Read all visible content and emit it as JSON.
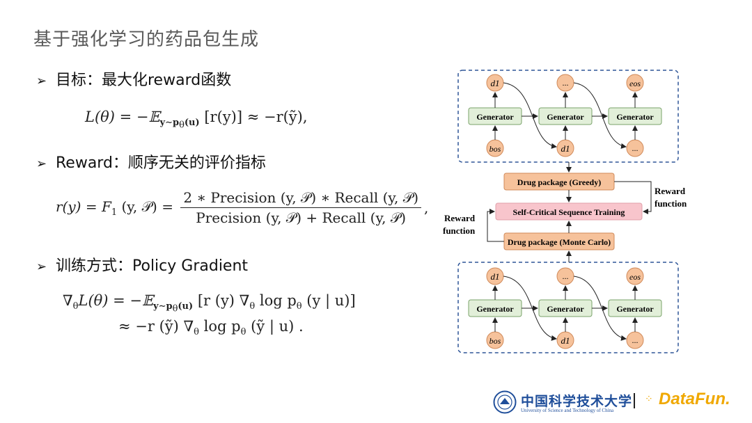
{
  "slide": {
    "title": "基于强化学习的药品包生成",
    "bullet1": "目标：最大化reward函数",
    "bullet2": "Reward：顺序无关的评价指标",
    "bullet3": "训练方式：Policy Gradient"
  },
  "formula1": {
    "lhs": "L(θ) = −𝔼",
    "sub": "y∼p",
    "sub2": "θ",
    "sub3": "(u)",
    "rhs": " [r(y)] ≈ −r(ỹ),"
  },
  "formula2": {
    "lhs": "r(y) = F",
    "lhs_sub": "1",
    "lhs2": " (y, 𝒫) = ",
    "num": "2 ∗ Precision (y, 𝒫) ∗ Recall (y, 𝒫)",
    "den": "Precision (y, 𝒫) + Recall (y, 𝒫)",
    "tail": ","
  },
  "formula3": {
    "line1_a": "∇",
    "line1_b": "θ",
    "line1_c": "L(θ) = −𝔼",
    "line1_sub": "y∼p",
    "line1_sub2": "θ",
    "line1_sub3": "(u)",
    "line1_rest": " [r (y) ∇",
    "line1_rest2": "θ",
    "line1_rest3": " log p",
    "line1_rest4": "θ",
    "line1_rest5": " (y | u)]",
    "line2_a": "≈ −r (ỹ) ∇",
    "line2_b": "θ",
    "line2_c": " log p",
    "line2_d": "θ",
    "line2_e": " (ỹ | u) ."
  },
  "diagram": {
    "generator_label": "Generator",
    "top_tokens": [
      "d1",
      "...",
      "eos"
    ],
    "top_inputs": [
      "bos",
      "d1",
      "..."
    ],
    "box_greedy": "Drug package (Greedy)",
    "box_scst": "Self-Critical Sequence Training",
    "box_mc": "Drug package (Monte Carlo)",
    "reward_right_1": "Reward",
    "reward_right_2": "function",
    "reward_left_1": "Reward",
    "reward_left_2": "function",
    "colors": {
      "token_fill": "#f6c29b",
      "token_stroke": "#d08a5a",
      "gen_fill": "#e2efd9",
      "gen_stroke": "#7aa36a",
      "box_fill": "#f6c29b",
      "scst_fill": "#f8c5cc",
      "scst_stroke": "#e0a0aa",
      "dash": "#2e5597"
    }
  },
  "footer": {
    "university_cn": "中国科学技术大学",
    "university_en": "University of Science and Technology of China",
    "brand": "DataFun."
  }
}
